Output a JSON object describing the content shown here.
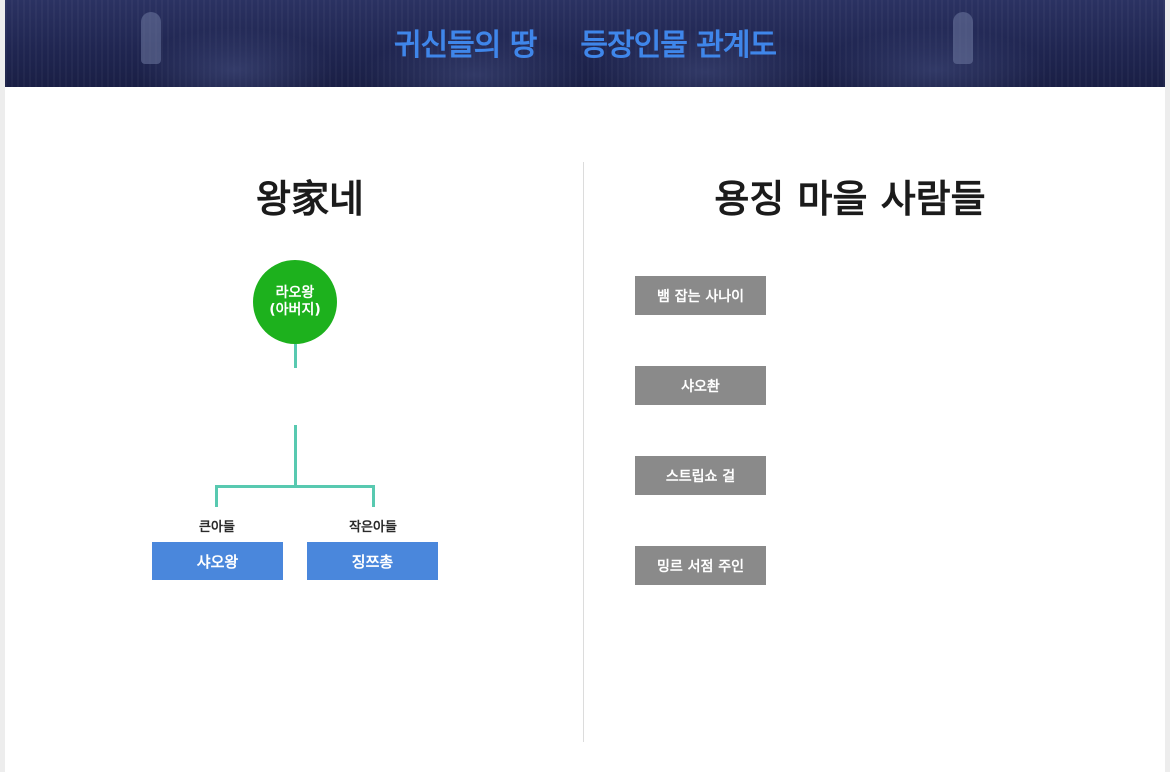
{
  "banner": {
    "title_left": "귀신들의 땅",
    "title_right": "등장인물 관계도"
  },
  "left_section": {
    "title": "왕家네",
    "father": {
      "line1": "라오왕",
      "line2": "(아버지)"
    },
    "children": [
      {
        "role": "큰아들",
        "name": "샤오왕"
      },
      {
        "role": "작은아들",
        "name": "징쯔총"
      }
    ]
  },
  "right_section": {
    "title": "용징 마을 사람들",
    "people": [
      "뱀 잡는 사나이",
      "샤오촨",
      "스트립쇼 걸",
      "밍르 서점 주인"
    ]
  },
  "colors": {
    "banner_bg": "#1f2550",
    "banner_text": "#3f86ea",
    "father_node": "#1db11d",
    "connector": "#58c9b0",
    "child_box": "#4a87dc",
    "village_box": "#8a8a8a"
  }
}
